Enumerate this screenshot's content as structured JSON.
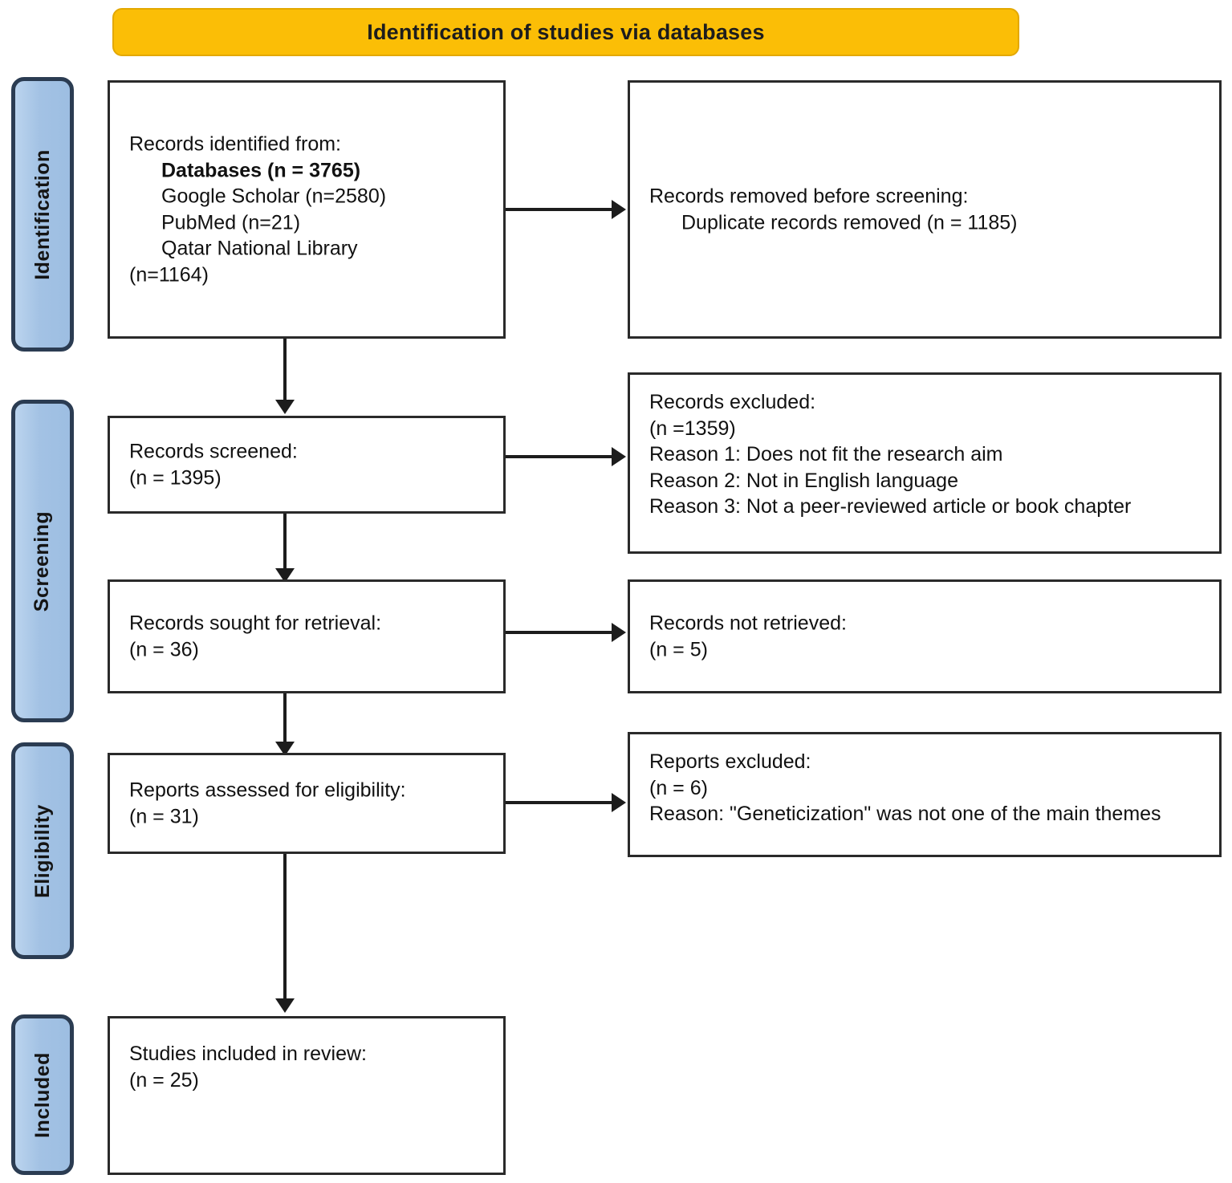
{
  "banner": {
    "title": "Identification of studies via databases",
    "color": "#FBBE06"
  },
  "stages": [
    {
      "label": "Identification"
    },
    {
      "label": "Screening"
    },
    {
      "label": "Eligibility"
    },
    {
      "label": "Included"
    }
  ],
  "boxes": {
    "identified": {
      "lines": [
        "Records identified from:",
        "Databases (n = 3765)",
        "Google Scholar (n=2580)",
        "PubMed (n=21)",
        "Qatar National Library",
        "(n=1164)"
      ]
    },
    "removed": {
      "lines": [
        "Records removed before screening:",
        "Duplicate records removed (n = 1185)"
      ]
    },
    "screened": {
      "lines": [
        "Records screened:",
        "(n = 1395)"
      ]
    },
    "records_excluded": {
      "lines": [
        "Records excluded:",
        "(n =1359)",
        "Reason 1: Does not fit the research aim",
        "Reason 2: Not in English language",
        "Reason 3: Not a peer-reviewed article or book chapter"
      ]
    },
    "sought": {
      "lines": [
        "Records sought for retrieval:",
        "(n = 36)"
      ]
    },
    "not_retrieved": {
      "lines": [
        "Records not retrieved:",
        "(n = 5)"
      ]
    },
    "assessed": {
      "lines": [
        "Reports assessed for eligibility:",
        "(n = 31)"
      ]
    },
    "reports_excluded": {
      "lines": [
        "Reports excluded:",
        "(n = 6)",
        "Reason: \"Geneticization\" was not one of the main themes"
      ]
    },
    "included": {
      "lines": [
        "Studies included in review:",
        "(n = 25)"
      ]
    }
  }
}
